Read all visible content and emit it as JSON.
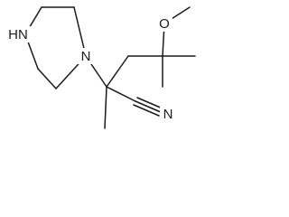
{
  "molecule": {
    "atoms": {
      "nh": {
        "label": "HN"
      },
      "n_ring": {
        "label": "N"
      },
      "o_methoxy": {
        "label": "O"
      },
      "n_nitrile": {
        "label": "N"
      }
    }
  }
}
